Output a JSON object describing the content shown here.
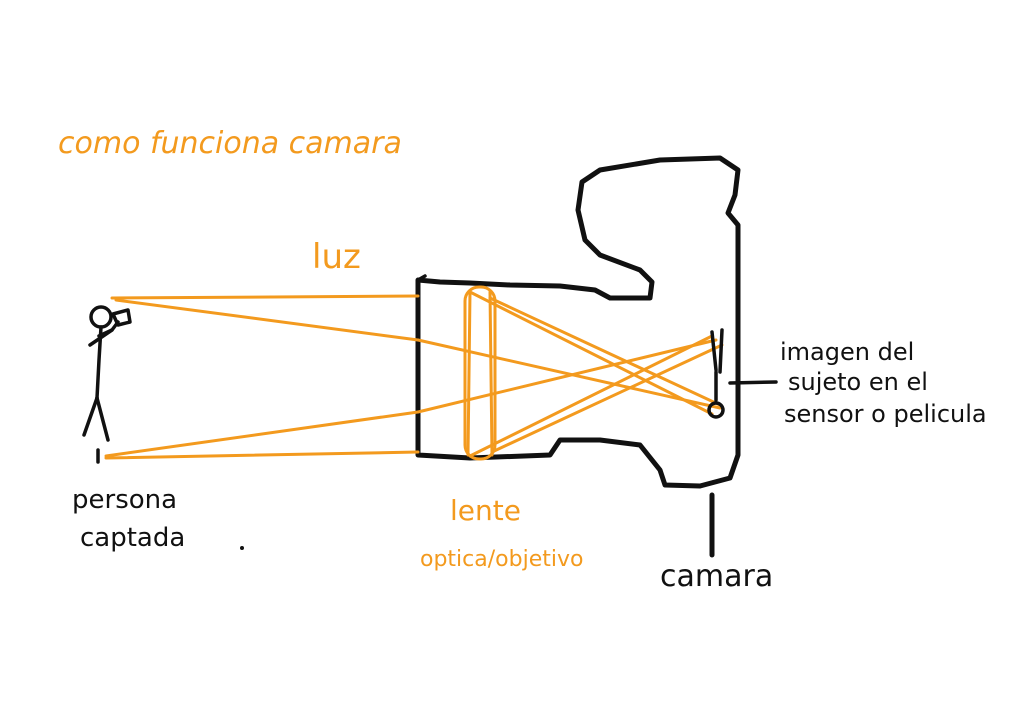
{
  "diagram": {
    "title": "como funciona camara",
    "light_label": "luz",
    "subject_label_line1": "persona",
    "subject_label_line2": "captada",
    "lens_label": "lente",
    "lens_sublabel": "optica/objetivo",
    "camera_label": "camara",
    "image_label_line1": "imagen del",
    "image_label_line2": "sujeto en el",
    "image_label_line3": "sensor o pelicula",
    "colors": {
      "ink": "#111111",
      "light_rays": "#f39a1e",
      "background": "#ffffff"
    }
  }
}
